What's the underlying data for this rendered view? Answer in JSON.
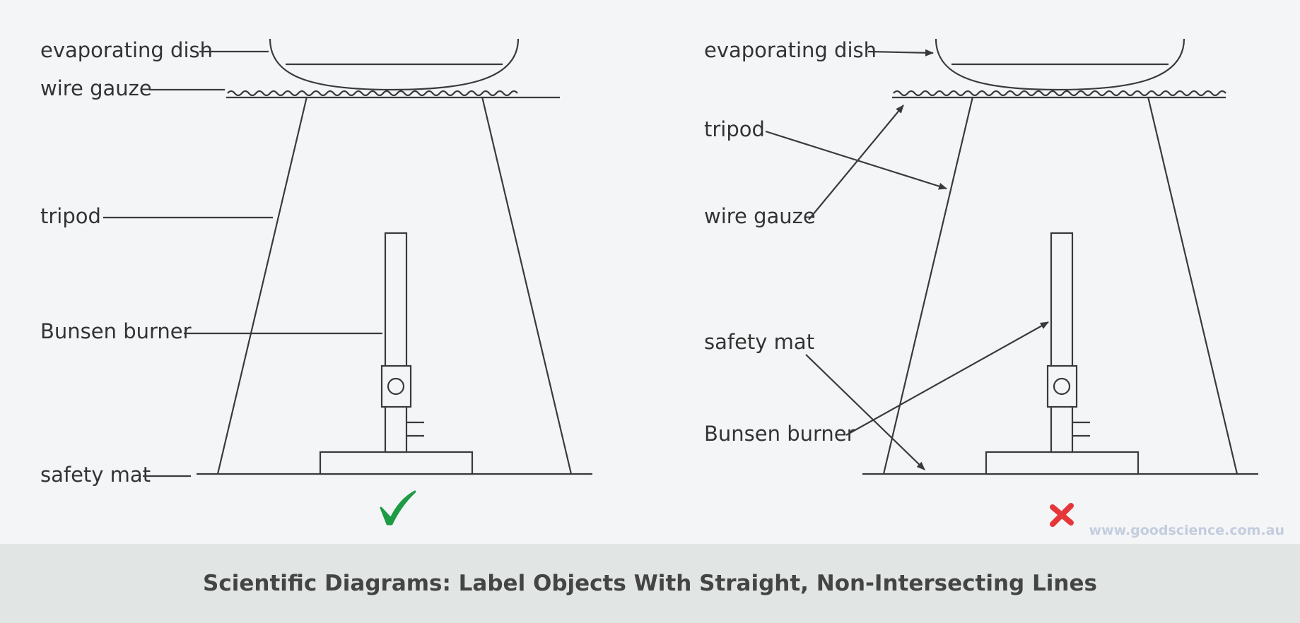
{
  "correct_example": {
    "labels": {
      "evaporating_dish": "evaporating dish",
      "wire_gauze": "wire gauze",
      "tripod": "tripod",
      "bunsen_burner": "Bunsen burner",
      "safety_mat": "safety mat"
    },
    "verdict_icon": "check-mark-icon",
    "verdict_color": "#1e9b45"
  },
  "incorrect_example": {
    "labels": {
      "evaporating_dish": "evaporating dish",
      "tripod": "tripod",
      "wire_gauze": "wire gauze",
      "safety_mat": "safety mat",
      "bunsen_burner": "Bunsen burner"
    },
    "verdict_icon": "cross-mark-icon",
    "verdict_color": "#e5373a"
  },
  "watermark": "www.goodscience.com.au",
  "footer_title": "Scientific Diagrams: Label Objects With Straight, Non-Intersecting Lines"
}
